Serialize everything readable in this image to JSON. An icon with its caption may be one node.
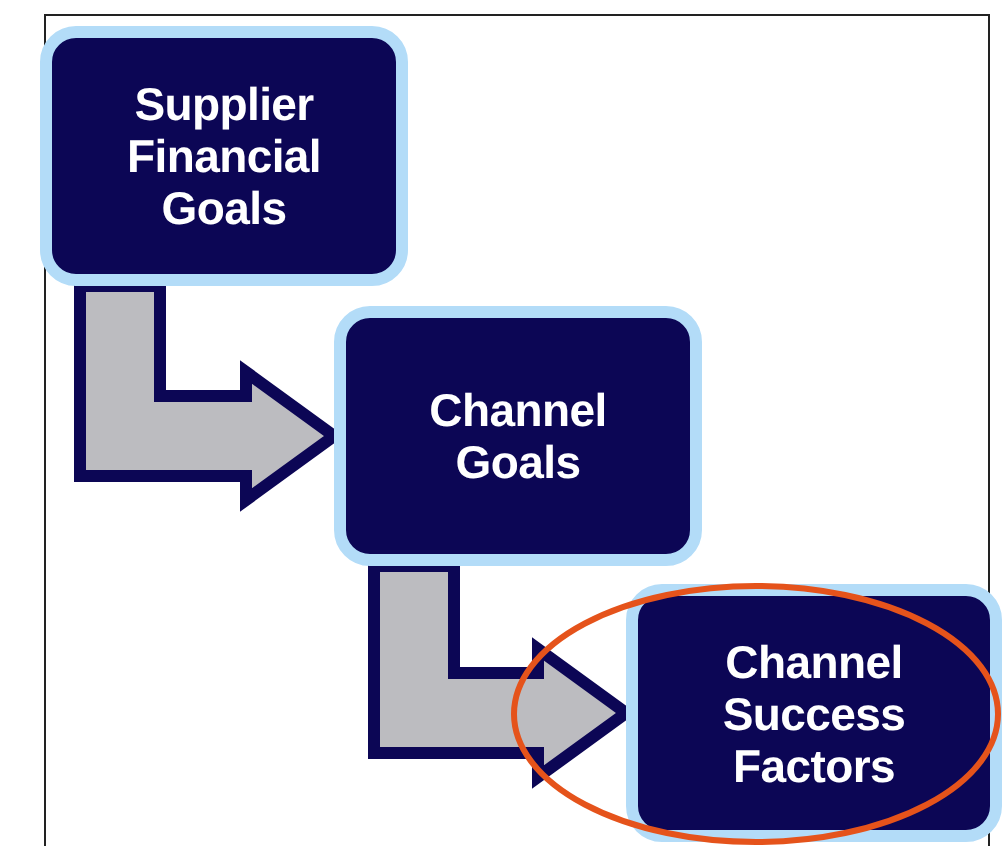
{
  "diagram": {
    "nodes": [
      {
        "text": [
          "Supplier Financial Goals"
        ]
      },
      {
        "text": [
          "Channel Goals"
        ]
      },
      {
        "text": [
          "Channel Success Factors"
        ]
      }
    ],
    "edges": [
      {
        "from": 0,
        "to": 1,
        "arrow": "to"
      },
      {
        "from": 1,
        "to": 2,
        "arrow": "to"
      }
    ]
  }
}
